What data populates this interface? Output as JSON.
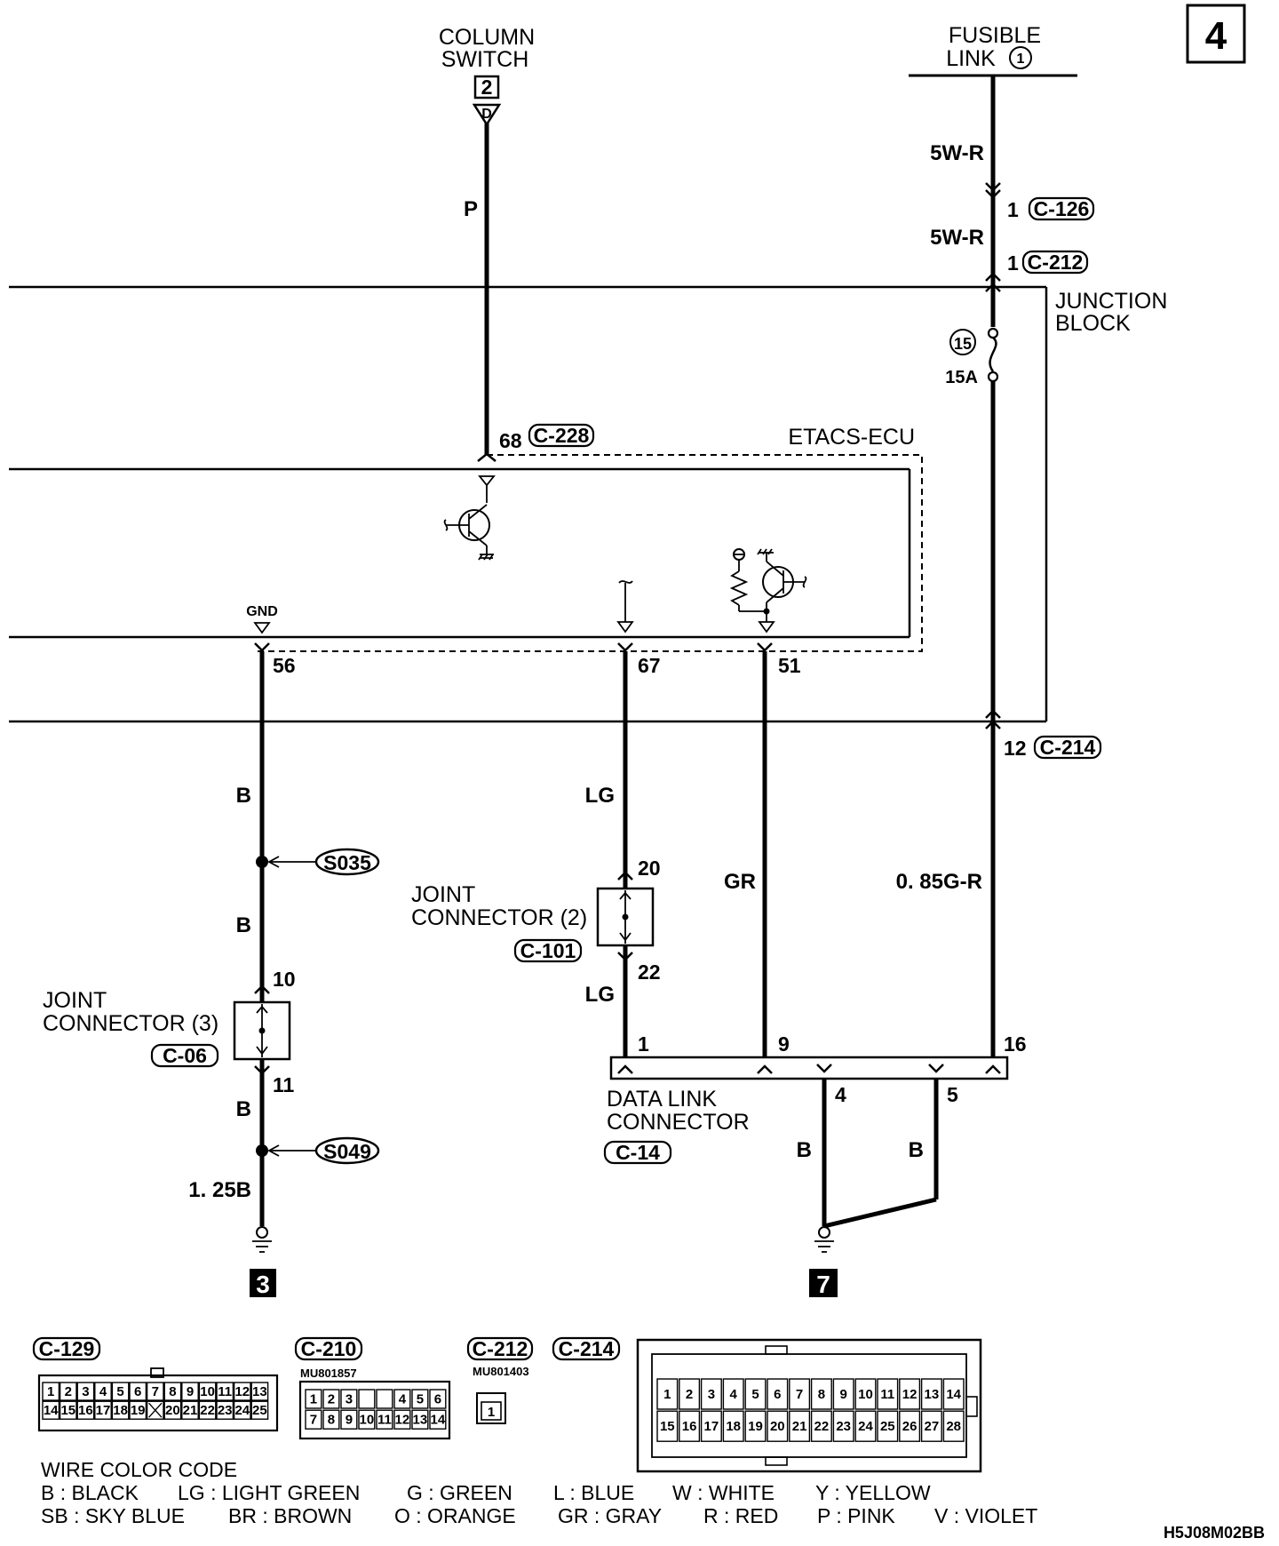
{
  "page_badge": "4",
  "figure_code": "H5J08M02BB",
  "components": {
    "column_switch": {
      "label_line1": "COLUMN",
      "label_line2": "SWITCH",
      "box_number": "2",
      "terminal": "D"
    },
    "fusible_link": {
      "label_line1": "FUSIBLE",
      "label_line2": "LINK",
      "number": "1"
    },
    "junction_block": {
      "label_line1": "JUNCTION",
      "label_line2": "BLOCK",
      "fuse_number": "15",
      "fuse_rating": "15A"
    },
    "etacs_ecu": {
      "label": "ETACS-ECU",
      "gnd_label": "GND"
    },
    "joint_connector_2": {
      "label_line1": "JOINT",
      "label_line2": "CONNECTOR (2)",
      "connector": "C-101",
      "pin_in": "20",
      "pin_out": "22"
    },
    "joint_connector_3": {
      "label_line1": "JOINT",
      "label_line2": "CONNECTOR (3)",
      "connector": "C-06",
      "pin_in": "10",
      "pin_out": "11"
    },
    "data_link_connector": {
      "label_line1": "DATA LINK",
      "label_line2": "CONNECTOR",
      "connector": "C-14",
      "pins": [
        "1",
        "9",
        "16",
        "4",
        "5"
      ]
    }
  },
  "connectors": {
    "c126": "C-126",
    "c212": "C-212",
    "c228": "C-228",
    "c214": "C-214"
  },
  "pins": {
    "p68": "68",
    "p56": "56",
    "p67": "67",
    "p51": "51",
    "p12": "12",
    "p1a": "1",
    "p1b": "1"
  },
  "wires": {
    "fl_1": "5W-R",
    "fl_2": "5W-R",
    "cs": "P",
    "gnd_1": "B",
    "gnd_2": "B",
    "gnd_3": "B",
    "gnd_4": "1. 25B",
    "lg_1": "LG",
    "lg_2": "LG",
    "gr": "GR",
    "g_r": "0. 85G-R",
    "dlc_4": "B",
    "dlc_5": "B"
  },
  "splices": {
    "s035": "S035",
    "s049": "S049"
  },
  "ground_points": {
    "g3": "3",
    "g7": "7"
  },
  "connector_views": {
    "c129": {
      "label": "C-129",
      "row1": [
        "1",
        "2",
        "3",
        "4",
        "5",
        "6",
        "7",
        "8",
        "9",
        "10",
        "11",
        "12",
        "13"
      ],
      "row2": [
        "14",
        "15",
        "16",
        "17",
        "18",
        "19",
        "",
        "20",
        "21",
        "22",
        "23",
        "24",
        "25"
      ]
    },
    "c210": {
      "label": "C-210",
      "part": "MU801857",
      "row1": [
        "1",
        "2",
        "3",
        "",
        "",
        "4",
        "5",
        "6"
      ],
      "row2": [
        "7",
        "8",
        "9",
        "10",
        "11",
        "12",
        "13",
        "14"
      ]
    },
    "c212": {
      "label": "C-212",
      "part": "MU801403",
      "cell": "1"
    },
    "c214": {
      "label": "C-214",
      "row1": [
        "1",
        "2",
        "3",
        "4",
        "5",
        "6",
        "7",
        "8",
        "9",
        "10",
        "11",
        "12",
        "13",
        "14"
      ],
      "row2": [
        "15",
        "16",
        "17",
        "18",
        "19",
        "20",
        "21",
        "22",
        "23",
        "24",
        "25",
        "26",
        "27",
        "28"
      ]
    }
  },
  "wire_color_code": {
    "title": "WIRE COLOR CODE",
    "row1": [
      "B : BLACK",
      "LG : LIGHT GREEN",
      "G : GREEN",
      "L : BLUE",
      "W : WHITE",
      "Y : YELLOW"
    ],
    "row2": [
      "SB : SKY BLUE",
      "BR : BROWN",
      "O : ORANGE",
      "GR : GRAY",
      "R : RED",
      "P : PINK",
      "V : VIOLET"
    ]
  }
}
